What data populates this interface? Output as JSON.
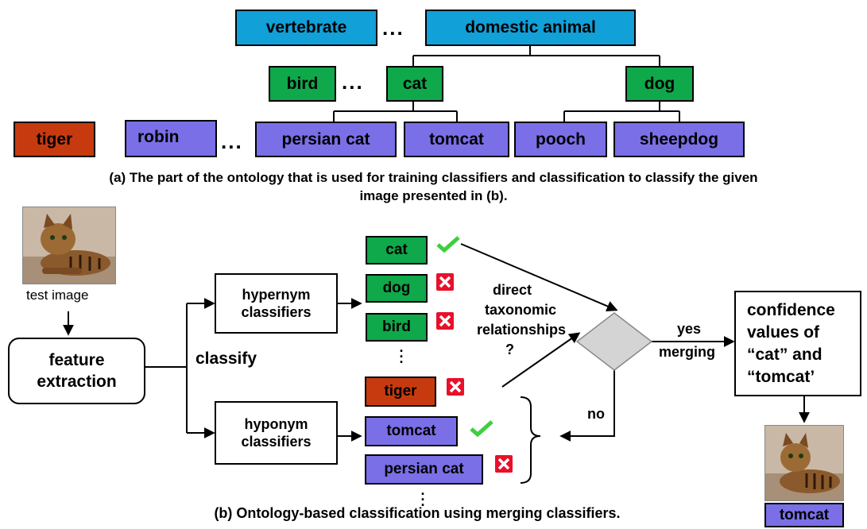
{
  "ontology": {
    "vertebrate": "vertebrate",
    "domestic_animal": "domestic animal",
    "bird": "bird",
    "cat": "cat",
    "dog": "dog",
    "tiger": "tiger",
    "robin": "robin",
    "persian_cat": "persian cat",
    "tomcat": "tomcat",
    "pooch": "pooch",
    "sheepdog": "sheepdog",
    "ellipsis": "..."
  },
  "caption_a": {
    "line1": "(a)  The part of the ontology that is used for training classifiers and classification to classify  the given",
    "line2": "image presented in (b)."
  },
  "pipeline": {
    "test_image_label": "test image",
    "feature_extraction_line1": "feature",
    "feature_extraction_line2": "extraction",
    "classify_label": "classify",
    "hypernym_line1": "hypernym",
    "hypernym_line2": "classifiers",
    "hyponym_line1": "hyponym",
    "hyponym_line2": "classifiers",
    "hyper_results": [
      "cat",
      "dog",
      "bird"
    ],
    "hypo_results": [
      "tiger",
      "tomcat",
      "persian cat"
    ],
    "question_line1": "direct",
    "question_line2": "taxonomic",
    "question_line3": "relationships",
    "question_line4": "?",
    "yes_label": "yes",
    "merging_label": "merging",
    "no_label": "no",
    "confidence_line1": "confidence",
    "confidence_line2": "values of",
    "confidence_line3": "“cat” and",
    "confidence_line4": "“tomcat’",
    "result_label": "tomcat"
  },
  "caption_b": "(b) Ontology-based classification using merging classifiers.",
  "colors": {
    "blue": "#11a0d8",
    "green": "#0fa84a",
    "red": "#c73a10",
    "purple": "#7a6fe6",
    "check": "#3ecf3e",
    "cross": "#e8102a"
  }
}
